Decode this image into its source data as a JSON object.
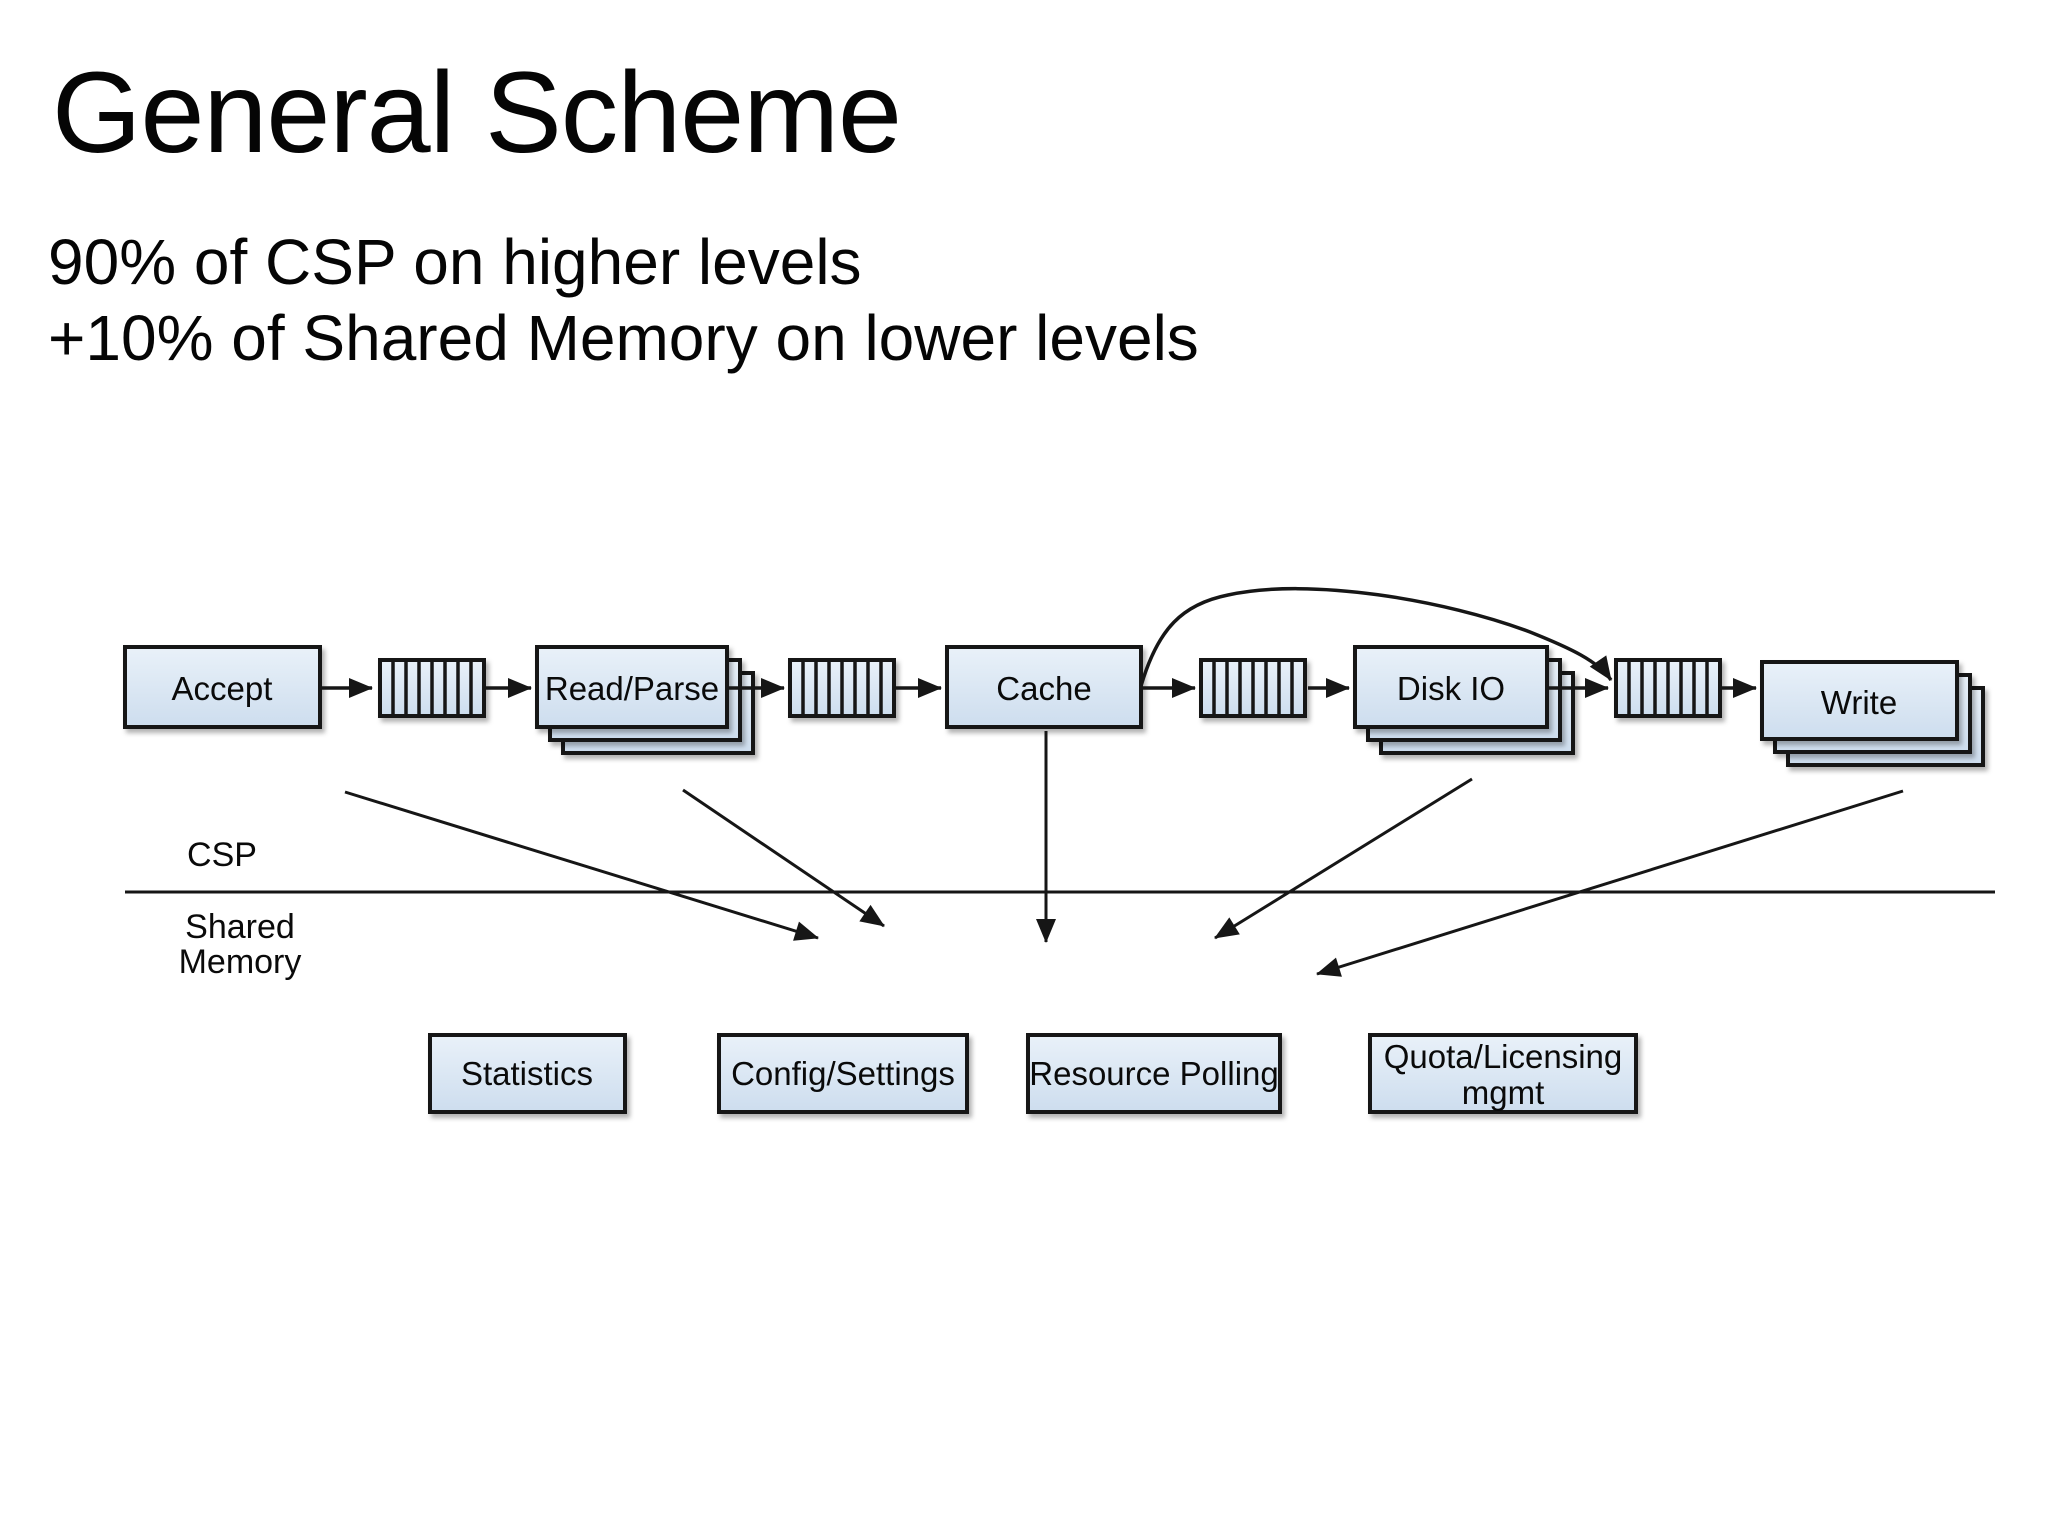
{
  "slide": {
    "title": "General Scheme",
    "subtitle": {
      "line1": "90% of CSP on higher levels",
      "line2": "+10% of Shared Memory on lower levels"
    }
  },
  "colors": {
    "background": "#ffffff",
    "box_fill_top": "#e9f1f9",
    "box_fill_bottom": "#cdddee",
    "stroke": "#161616",
    "text": "#0a0a0a"
  },
  "diagram": {
    "pipeline": {
      "accept": "Accept",
      "read_parse": "Read/Parse",
      "cache": "Cache",
      "disk_io": "Disk IO",
      "write": "Write"
    },
    "queues": {
      "description": "fifo-queue-icon",
      "count": 4
    },
    "layers": {
      "upper": "CSP",
      "lower_word1": "Shared",
      "lower_word2": "Memory"
    },
    "shared_memory_boxes": {
      "statistics": "Statistics",
      "config_settings": "Config/Settings",
      "resource_polling": "Resource Polling",
      "quota_line1": "Quota/Licensing",
      "quota_line2": "mgmt"
    }
  }
}
